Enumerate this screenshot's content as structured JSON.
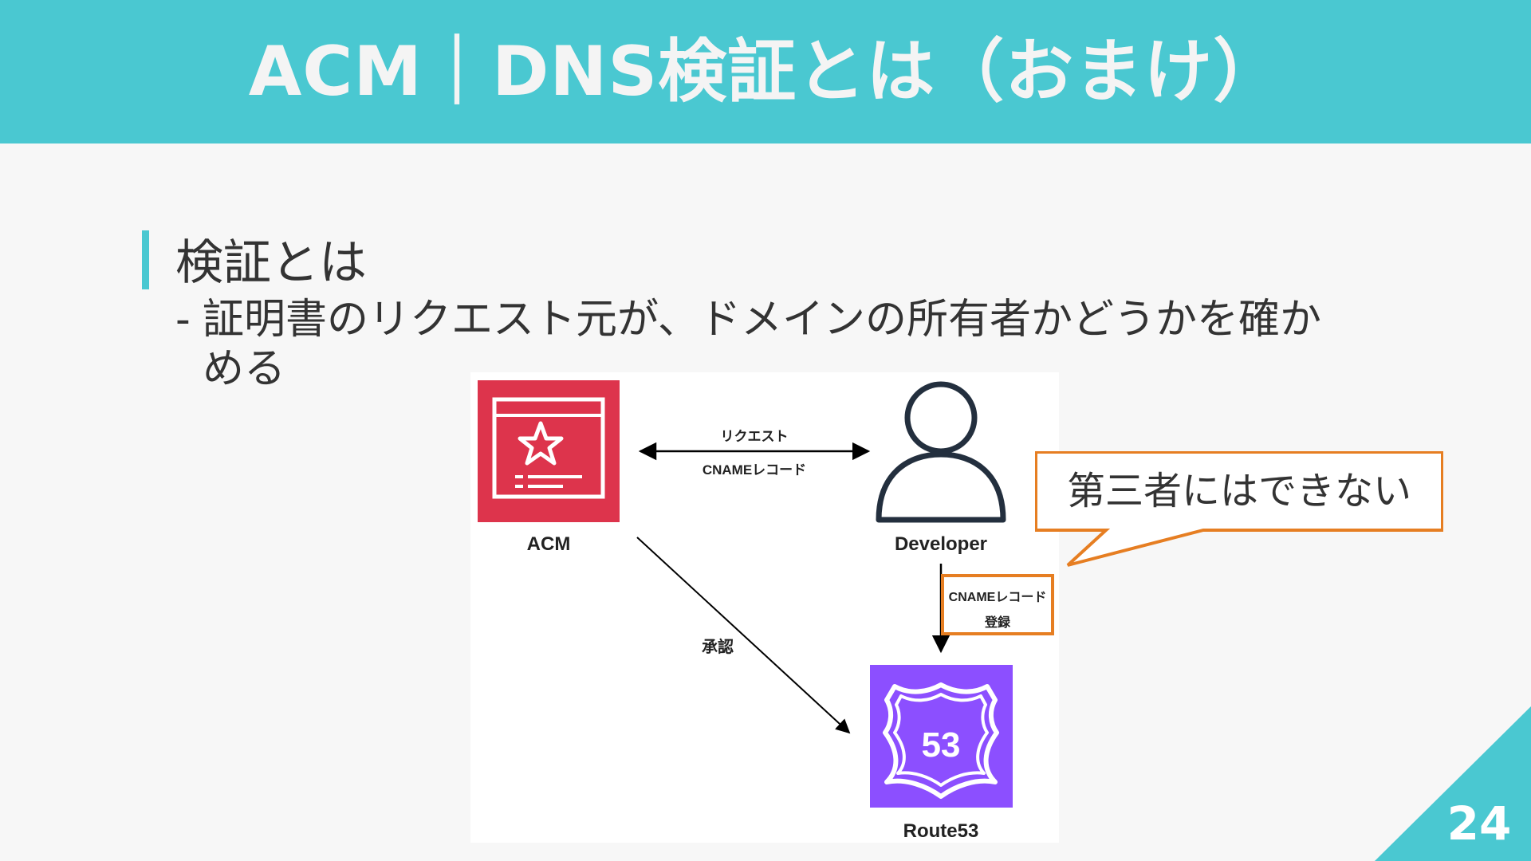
{
  "slide": {
    "title": "ACM｜DNS検証とは（おまけ）",
    "heading": "検証とは",
    "bullet_marker": "-",
    "bullet_text": "証明書のリクエスト元が、ドメインの所有者かどうかを確かめる",
    "page_number": "24"
  },
  "diagram": {
    "nodes": {
      "acm": "ACM",
      "developer": "Developer",
      "route53": "Route53",
      "route53_badge": "53"
    },
    "edges": {
      "request_top": "リクエスト",
      "request_bottom": "CNAMEレコード",
      "register_line1": "CNAMEレコード",
      "register_line2": "登録",
      "approve": "承認"
    },
    "icons": [
      "certificate-icon",
      "user-icon",
      "route53-shield-icon"
    ]
  },
  "callout": {
    "text": "第三者にはできない"
  },
  "colors": {
    "accent": "#4ac8d1",
    "acm": "#dd344c",
    "route53": "#8c4fff",
    "callout_border": "#e67e22"
  }
}
